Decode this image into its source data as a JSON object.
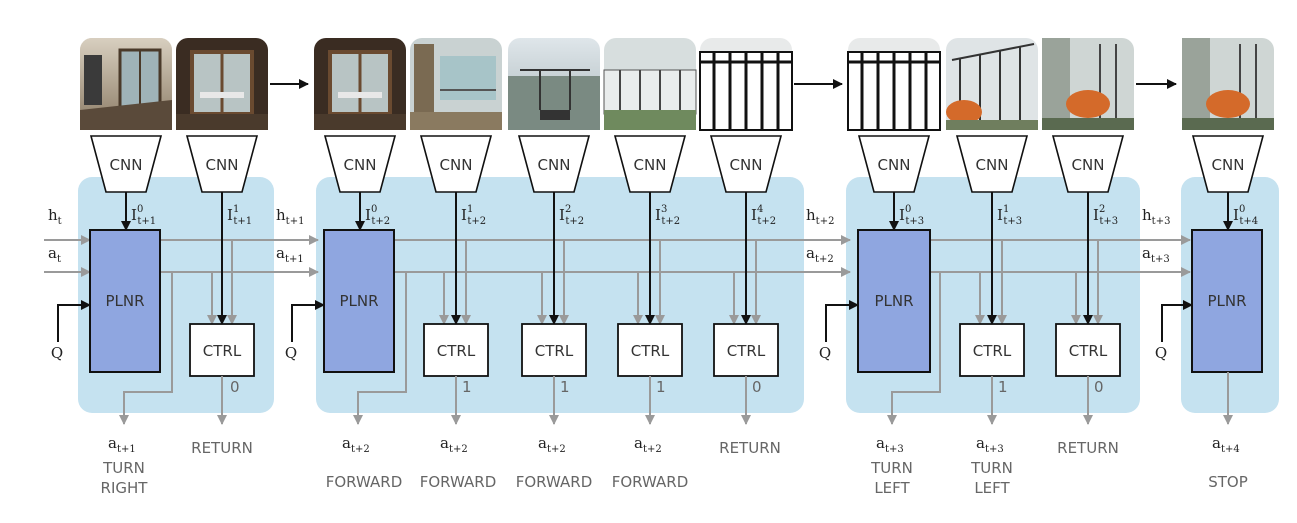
{
  "labels": {
    "cnn": "CNN",
    "plnr": "PLNR",
    "ctrl": "CTRL",
    "q": "Q",
    "return": "RETURN",
    "forward": "FORWARD",
    "turn": "TURN",
    "right": "RIGHT",
    "left": "LEFT",
    "stop": "STOP",
    "bit_0": "0",
    "bit_1": "1"
  },
  "symbols": {
    "h": "h",
    "a": "a",
    "I": "I",
    "sub_t": "t",
    "sub_t1": "t+1",
    "sub_t2": "t+2",
    "sub_t3": "t+3",
    "sub_t4": "t+4",
    "sup_0": "0",
    "sup_1": "1",
    "sup_2": "2",
    "sup_3": "3",
    "sup_4": "4"
  },
  "colors": {
    "panel": "#c5e2f0",
    "planner": "#8fa6e0",
    "signal_gray": "#9a9a9a",
    "signal_black": "#111111"
  },
  "frames": [
    {
      "scene": "room-corner-window"
    },
    {
      "scene": "balcony-door"
    },
    {
      "scene": "balcony-door"
    },
    {
      "scene": "balcony-view"
    },
    {
      "scene": "balcony-rail"
    },
    {
      "scene": "fence-gate"
    },
    {
      "scene": "iron-gate"
    },
    {
      "scene": "iron-gate"
    },
    {
      "scene": "fence-with-car"
    },
    {
      "scene": "alley-with-car"
    },
    {
      "scene": "alley-with-car"
    }
  ]
}
